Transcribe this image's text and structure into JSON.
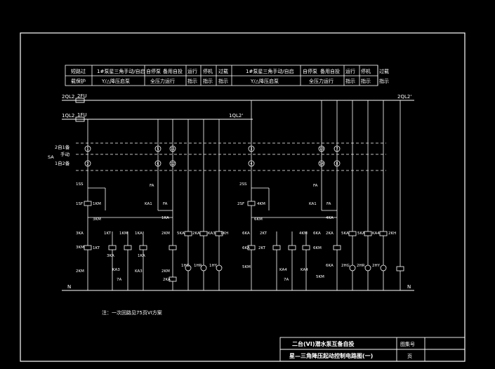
{
  "header": {
    "cells_top": [
      "短路过",
      "1#泵星三角手动/自启",
      "自停泵",
      "备用自投",
      "运行",
      "停机",
      "过载",
      "1#泵星三角手动/自启",
      "自停泵",
      "备用自投",
      "运行",
      "停机",
      "过载"
    ],
    "cells_bottom": [
      "载保护",
      "Y/△降压启泵",
      "全压力运行",
      "指示",
      "指示",
      "指示",
      "Y/△降压启泵",
      "全压力运行",
      "指示",
      "指示",
      "指示"
    ]
  },
  "buses": {
    "bus1_left": "2QL2",
    "bus1_fuse": "2FU",
    "bus1_right": "2QL2'",
    "bus2_left": "1QL2",
    "bus2_fuse": "1FU",
    "bus2_mid": "1QL2'",
    "neutral_left": "N",
    "neutral_right": "N"
  },
  "selector": {
    "label": "SA",
    "pos1": "2自1备",
    "pos2": "手动",
    "pos3": "1自2备",
    "contacts": [
      "1",
      "2",
      "5",
      "6",
      "11",
      "12",
      "3",
      "4",
      "13",
      "14",
      "7",
      "8"
    ]
  },
  "components": [
    "1SS",
    "1SF",
    "1KM",
    "3KM",
    "3KA",
    "1KT",
    "1KM",
    "1KA",
    "2KM",
    "5KA",
    "3KM",
    "1KT",
    "3KA",
    "1KA",
    "2KM",
    "KA3",
    "7A",
    "KA3",
    "2KM",
    "2KA",
    "1HG",
    "1HR",
    "1HY",
    "1KH",
    "KA3",
    "FA",
    "KA1",
    "FA",
    "2KA",
    "1KA",
    "2SS",
    "2SF",
    "4KM",
    "6KM",
    "2KT",
    "6KA",
    "4KM",
    "6KA",
    "2KA",
    "5KA",
    "5KM",
    "2KT",
    "6KA",
    "KA4",
    "6KM",
    "KA4",
    "7A",
    "5KM",
    "6KA",
    "2HG",
    "2HR",
    "2HY",
    "5KA",
    "KA4",
    "2KH",
    "4KA",
    "FA",
    "KA1",
    "FA"
  ],
  "note": "注：一次回路见75页VI方案",
  "title_block": {
    "title_line1": "二台(VI)潜水泵互备自投",
    "title_line2": "星—三角降压起动控制电路图(一)",
    "drawing_no_label": "图集号",
    "page_label": "页"
  }
}
